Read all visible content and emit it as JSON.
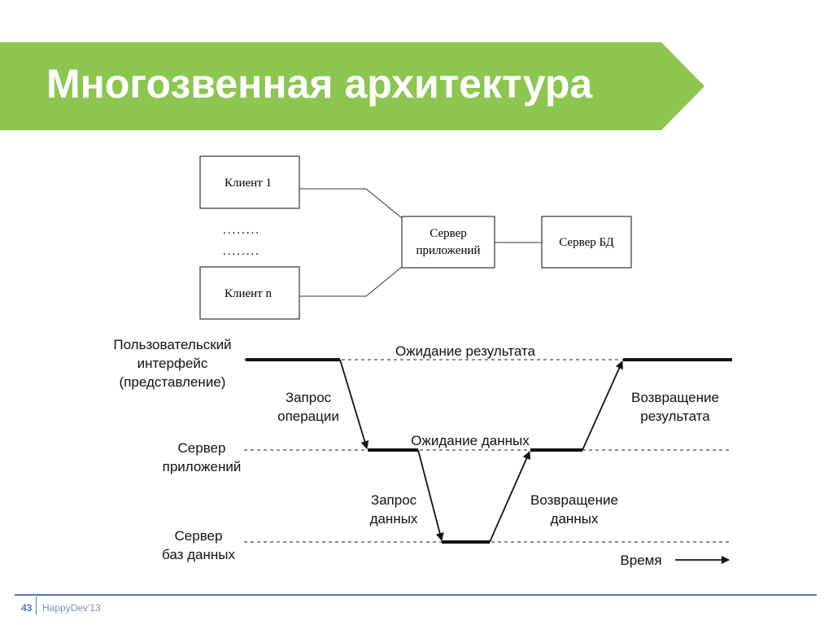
{
  "slide": {
    "title": "Многозвенная архитектура",
    "accent_color": "#8cc54f",
    "footer": {
      "page_number": "43",
      "event": "HappyDev'13",
      "line_color": "#4a76c2"
    }
  },
  "architecture": {
    "client_1": "Клиент 1",
    "client_n": "Клиент n",
    "dots": "........",
    "app_server_line1": "Сервер",
    "app_server_line2": "приложений",
    "db_server": "Сервер БД"
  },
  "timing": {
    "levels": {
      "ui": [
        "Пользовательский",
        "интерфейс",
        "(представление)"
      ],
      "app": [
        "Сервер",
        "приложений"
      ],
      "db": [
        "Сервер",
        "баз данных"
      ]
    },
    "labels": {
      "wait_result": "Ожидание результата",
      "wait_data": "Ожидание данных",
      "op_request": [
        "Запрос",
        "операции"
      ],
      "data_request": [
        "Запрос",
        "данных"
      ],
      "data_return": [
        "Возвращение",
        "данных"
      ],
      "result_return": [
        "Возвращение",
        "результата"
      ],
      "time": "Время"
    }
  }
}
